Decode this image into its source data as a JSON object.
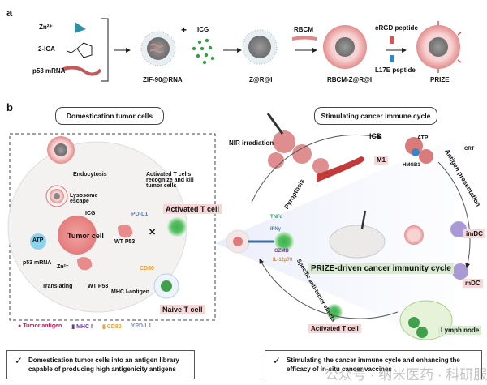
{
  "panel_a": {
    "letter": "a",
    "inputs": [
      "Zn²⁺",
      "2-ICA",
      "p53 mRNA"
    ],
    "steps": {
      "zif": "ZIF-90@RNA",
      "icg": "ICG",
      "zri": "Z@R@I",
      "rbcm": "RBCM",
      "rbcm_zri": "RBCM-Z@R@I",
      "crgd": "cRGD peptide",
      "l17e": "L17E peptide",
      "prize": "PRIZE"
    },
    "plus": "+"
  },
  "panel_b": {
    "letter": "b",
    "left_title": "Domestication tumor cells",
    "right_title": "Stimulating cancer immune cycle",
    "left": {
      "endocytosis": "Endocytosis",
      "lysosome": "Lysosome escape",
      "icg": "ICG",
      "atp": "ATP",
      "mrna": "p53 mRNA",
      "zn": "Zn²⁺",
      "translating": "Translating",
      "tumor_cell": "Tumor cell",
      "wt_p53_a": "WT P53",
      "wt_p53_b": "WT P53",
      "pdl1": "PD-L1",
      "cd80": "CD80",
      "mhc_antigen": "MHC I-antigen",
      "recognize_note": "Activated T cells recognize and kill tumor cells",
      "activated_t": "Activated T cell",
      "naive_t": "Naive T cell",
      "legend": [
        {
          "label": "Tumor antigen",
          "color": "#c2185b"
        },
        {
          "label": "MHC I",
          "color": "#6a3d9a"
        },
        {
          "label": "CD80",
          "color": "#e6a23c"
        },
        {
          "label": "PD-L1",
          "color": "#6e8fc9"
        }
      ]
    },
    "right": {
      "nir": "NIR irradiation",
      "icd": "ICD",
      "atp": "ATP",
      "crt": "CRT",
      "hmgb1": "HMGB1",
      "m1": "M1",
      "pyroptosis": "Pyroptosis",
      "antigen_presentation": "Antigen presentation",
      "tnfa": "TNFα",
      "ifng": "IFNγ",
      "gzmb": "GZMB",
      "il12": "IL-12p70",
      "imdc": "imDC",
      "mdc": "mDC",
      "cycle": "PRIZE-driven cancer immunity cycle",
      "specific": "Specific anti-tumor effects",
      "activated_t": "Activated T cell",
      "lymph": "Lymph node"
    }
  },
  "summaries": {
    "left": "Domestication tumor cells into an antigen library capable of producing high antigenicity antigens",
    "right": "Stimulating the cancer immune cycle and enhancing the efficacy of in-situ cancer vaccines",
    "check": "✓"
  },
  "watermark": "公众号 · 纳米医药 · 科研服务"
}
